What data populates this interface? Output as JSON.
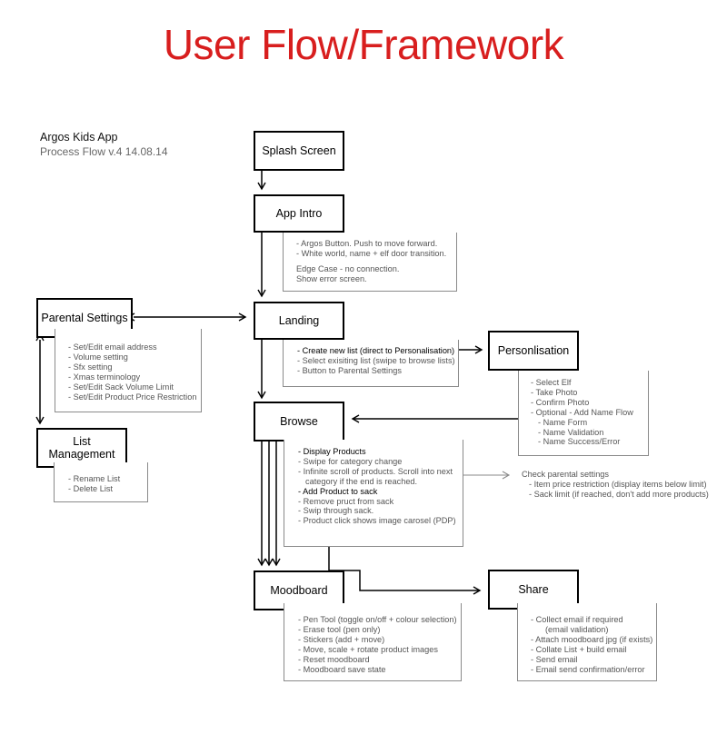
{
  "title": "User Flow/Framework",
  "meta": {
    "app": "Argos Kids App",
    "version": "Process Flow v.4 14.08.14"
  },
  "boxes": {
    "splash": "Splash Screen",
    "app_intro": "App Intro",
    "landing": "Landing",
    "parental": "Parental Settings",
    "list_mgmt_l1": "List",
    "list_mgmt_l2": "Management",
    "personalisation": "Personlisation",
    "browse": "Browse",
    "moodboard": "Moodboard",
    "share": "Share"
  },
  "notes": {
    "app_intro": [
      "- Argos Button. Push to move forward.",
      "- White world, name + elf door transition.",
      "Edge Case - no connection.",
      "Show error screen."
    ],
    "landing": [
      "- Create new list (direct to Personalisation)",
      "- Select exisiting list (swipe to browse lists)",
      "- Button to Parental Settings"
    ],
    "parental": [
      "- Set/Edit email address",
      "- Volume setting",
      "- Sfx setting",
      "- Xmas terminology",
      "- Set/Edit Sack Volume Limit",
      "- Set/Edit Product Price Restriction"
    ],
    "list_mgmt": [
      "- Rename List",
      "- Delete List"
    ],
    "personalisation": [
      "- Select Elf",
      "- Take Photo",
      "- Confirm Photo",
      "- Optional - Add Name Flow",
      "- Name Form",
      "- Name Validation",
      "- Name Success/Error"
    ],
    "browse": [
      "- Display Products",
      "- Swipe for category change",
      "- Infinite scroll of products. Scroll into next",
      "category if the end is reached.",
      "- Add Product to sack",
      "- Remove pruct from sack",
      "- Swip through sack.",
      "- Product click shows image carosel (PDP)"
    ],
    "check_parental": [
      "Check parental settings",
      "- Item price restriction (display items below limit)",
      "- Sack limit (if reached, don't add more products)"
    ],
    "moodboard": [
      "- Pen Tool (toggle on/off + colour selection)",
      "- Erase tool (pen only)",
      "- Stickers (add + move)",
      "- Move, scale + rotate product images",
      "- Reset moodboard",
      "- Moodboard save state"
    ],
    "share": [
      "- Collect email if required",
      "(email validation)",
      "- Attach moodboard jpg (if exists)",
      "- Collate List + build email",
      "- Send email",
      "- Email send confirmation/error"
    ]
  },
  "colors": {
    "title": "#d81e1e",
    "box_border": "#000000",
    "note_border": "#8a8a8a",
    "note_text": "#555555",
    "connector": "#000000",
    "note_connector": "#8a8a8a"
  }
}
